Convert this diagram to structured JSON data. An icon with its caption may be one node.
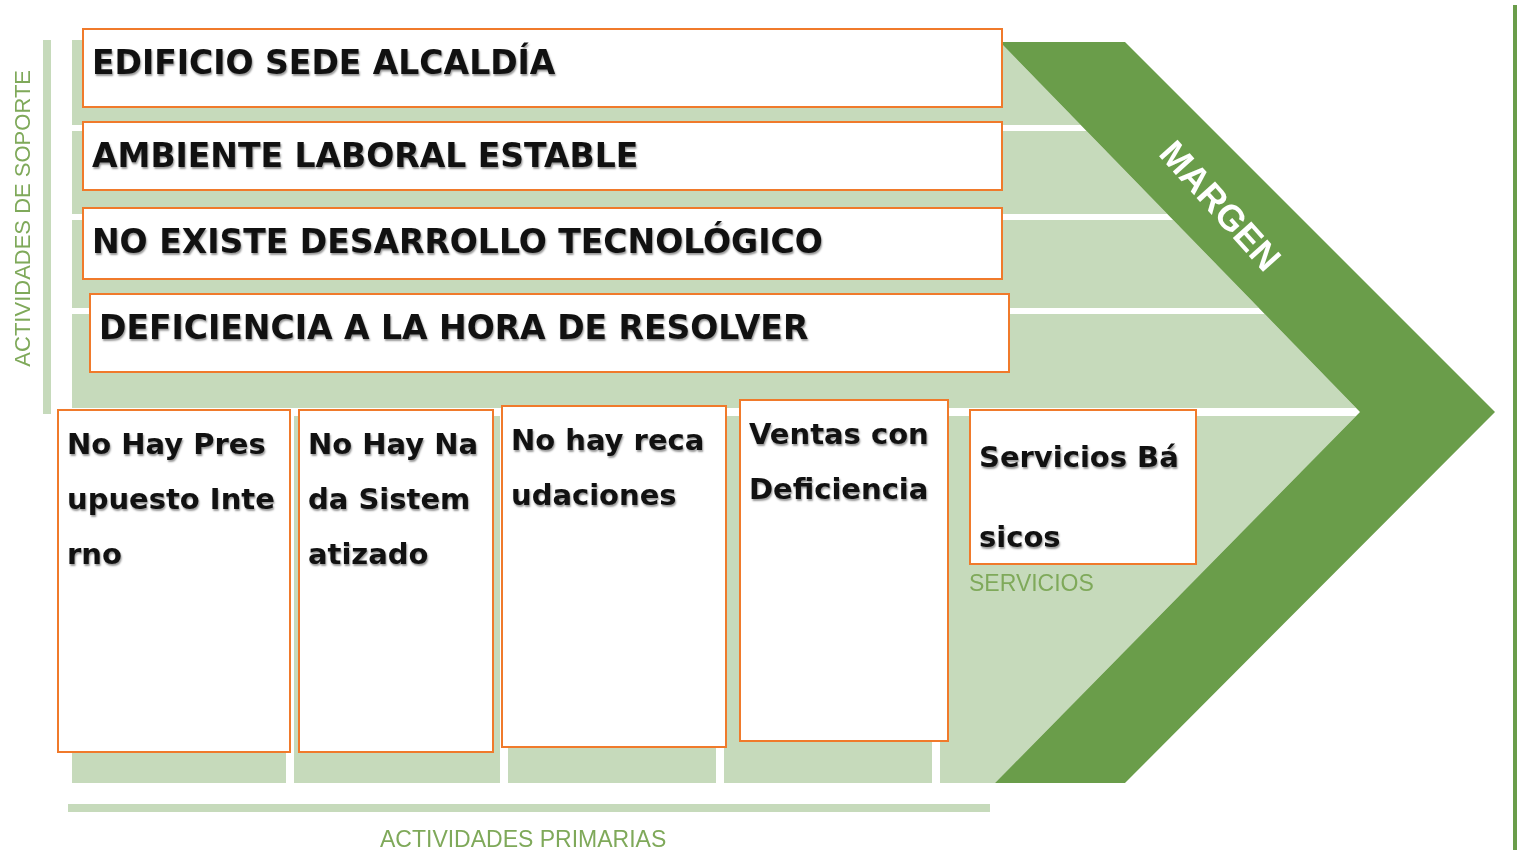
{
  "diagram": {
    "nodes": [
      {
        "text": [
          "EDIFICIO SEDE ALCALDÍA"
        ]
      },
      {
        "text": [
          "AMBIENTE LABORAL ESTABLE"
        ]
      },
      {
        "text": [
          "NO EXISTE DESARROLLO TECNOLÓGICO"
        ]
      },
      {
        "text": [
          "DEFICIENCIA A LA HORA DE RESOLVER"
        ]
      },
      {
        "text": [
          "No Hay Presupuesto Interno"
        ]
      },
      {
        "text": [
          "No Hay Nada Sistematizado"
        ]
      },
      {
        "text": [
          "No hay recaudaciones"
        ]
      },
      {
        "text": [
          "Ventas con Deficiencia"
        ]
      },
      {
        "text": [
          "Servicios Básicos"
        ]
      }
    ],
    "edges": [],
    "labels": [
      "ACTIVIDADES DE SOPORTE",
      "MARGEN",
      "SERVICIOS",
      "ACTIVIDADES PRIMARIAS"
    ]
  }
}
